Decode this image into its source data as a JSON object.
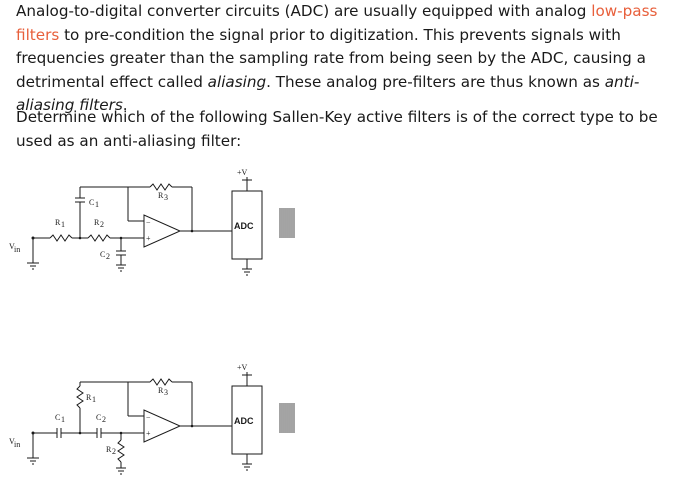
{
  "intro": {
    "t1": "Analog-to-digital converter circuits (ADC) are usually equipped with analog ",
    "link": "low-pass filters",
    "t2": " to pre-condition the signal prior to digitization. This prevents signals with frequencies greater than the sampling rate from being seen by the ADC, causing a detrimental effect called ",
    "em1": "aliasing",
    "t3": ". These analog pre-filters are thus known as ",
    "em2": "anti-aliasing filters",
    "t4": "."
  },
  "question": "Determine which of the following Sallen-Key active filters is of the correct type to be used as an anti-aliasing filter:",
  "circuit1": {
    "supply": "+V",
    "adc": "ADC",
    "vin": "V",
    "r1": "R",
    "r2": "R",
    "r3": "R",
    "c1": "C",
    "c2": "C"
  },
  "circuit2": {
    "supply": "+V",
    "adc": "ADC",
    "vin": "V",
    "r1": "R",
    "r2": "R",
    "r3": "R",
    "c1": "C",
    "c2": "C"
  }
}
